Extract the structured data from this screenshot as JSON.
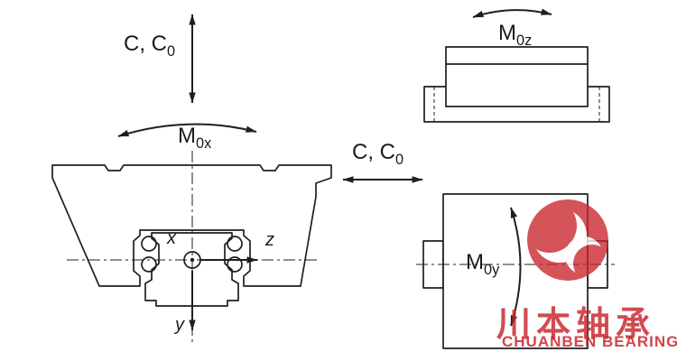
{
  "figure_left": {
    "load_label": {
      "base": "C, C",
      "sub": "0"
    },
    "moment_label": {
      "base": "M",
      "sub": "0x"
    },
    "axes": {
      "x": "x",
      "y": "y",
      "z": "z"
    }
  },
  "figure_top_right": {
    "moment_label": {
      "base": "M",
      "sub": "0z"
    }
  },
  "figure_bottom_right": {
    "moment_label": {
      "base": "M",
      "sub": "0y"
    }
  },
  "center_load_label": {
    "base": "C, C",
    "sub": "0"
  },
  "watermark": {
    "brand_chinese": "川本轴承",
    "brand_english": "CHUANBEN BEARING",
    "color": "#c8242b"
  },
  "colors": {
    "line": "#1f1f1f",
    "background": "#ffffff"
  }
}
